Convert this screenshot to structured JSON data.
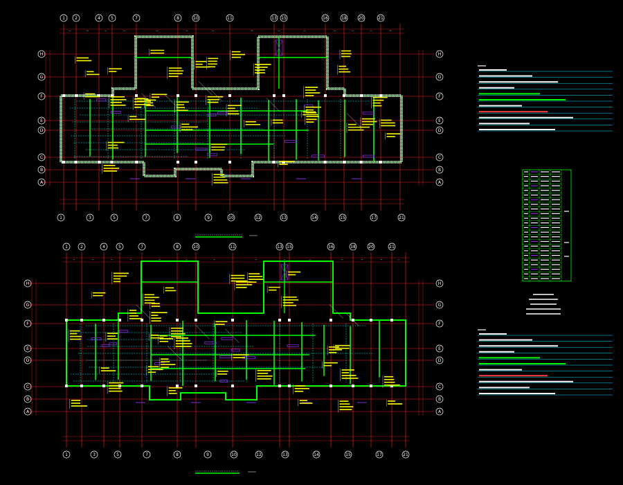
{
  "colors": {
    "background": "#000000",
    "axis": "#ff2020",
    "wall": "#00ff00",
    "column": "#ffffff",
    "annotation": "#ffff00",
    "beam_dash": "#00ffff",
    "opening": "#8a2be2",
    "notes_rule": "#00e5ff"
  },
  "plans": [
    {
      "col_labels": [
        "1",
        "2",
        "4",
        "5",
        "7",
        "8",
        "10",
        "11",
        "13",
        "15",
        "16",
        "18",
        "20",
        "21"
      ],
      "col_labels_bottom": [
        "1",
        "3",
        "5",
        "7",
        "8",
        "9",
        "10",
        "12",
        "13",
        "14",
        "15",
        "17",
        "21"
      ],
      "row_labels": [
        "H",
        "G",
        "F",
        "E",
        "D",
        "C",
        "B",
        "A"
      ]
    },
    {
      "col_labels": [
        "1",
        "2",
        "4",
        "5",
        "7",
        "8",
        "10",
        "11",
        "13",
        "15",
        "16",
        "18",
        "20",
        "21"
      ],
      "col_labels_bottom": [
        "1",
        "3",
        "5",
        "7",
        "8",
        "9",
        "10",
        "12",
        "13",
        "14",
        "15",
        "17",
        "21"
      ],
      "row_labels": [
        "H",
        "G",
        "F",
        "E",
        "D",
        "C",
        "B",
        "A"
      ]
    }
  ],
  "schedule": {
    "rows": 24,
    "cols": 5
  }
}
